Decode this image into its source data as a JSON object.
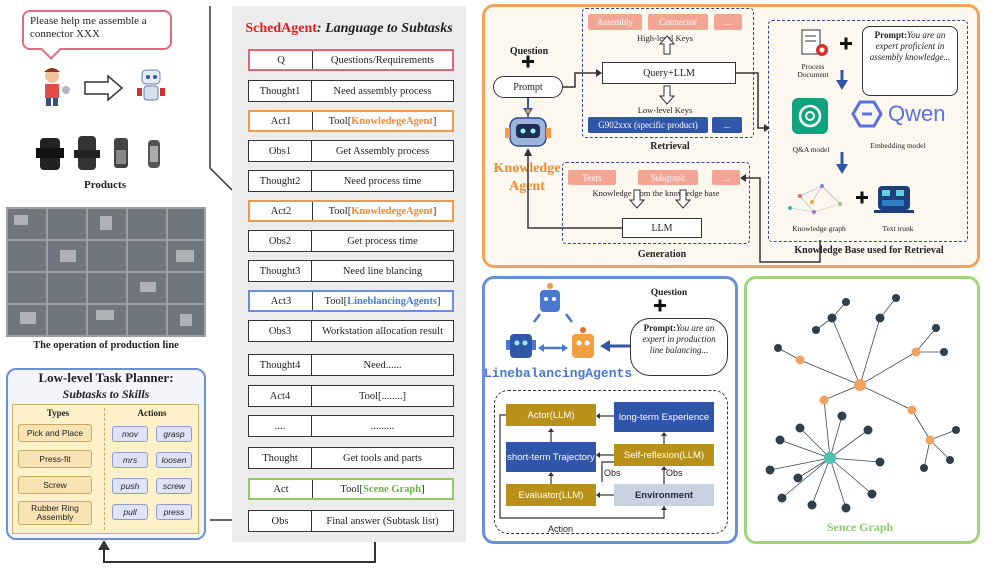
{
  "left": {
    "speech": "Please help me assemble a connector XXX",
    "products_label": "Products",
    "production_label": "The operation of production line",
    "planner": {
      "title1": "Low-level Task Planner:",
      "title2": "Subtasks to Skills",
      "types_header": "Types",
      "actions_header": "Actions",
      "types": [
        "Pick and Place",
        "Press-fit",
        "Screw",
        "Rubber Ring Assembly"
      ],
      "actions": [
        "mov",
        "grasp",
        "mrs",
        "loosen",
        "push",
        "screw",
        "pull",
        "press"
      ]
    }
  },
  "sched": {
    "title_prefix": "SchedAgent",
    "title_suffix": ": Language to Subtasks",
    "rows": [
      {
        "k": "Q",
        "v": "Questions/Requirements"
      },
      {
        "k": "Thought1",
        "v": "Need assembly process"
      },
      {
        "k": "Act1",
        "v": "Tool[",
        "kw": "KnowledegeAgent",
        "end": "]"
      },
      {
        "k": "Obs1",
        "v": "Get Assembly process"
      },
      {
        "k": "Thought2",
        "v": "Need process time"
      },
      {
        "k": "Act2",
        "v": "Tool[",
        "kw": "KnowledegeAgent",
        "end": "]"
      },
      {
        "k": "Obs2",
        "v": "Get process time"
      },
      {
        "k": "Thought3",
        "v": "Need line blancing"
      },
      {
        "k": "Act3",
        "v": "Tool[",
        "kw": "LineblancingAgents",
        "end": "]"
      },
      {
        "k": "Obs3",
        "v": "Workstation allocation result"
      },
      {
        "k": "Thought4",
        "v": "Need......"
      },
      {
        "k": "Act4",
        "v": "Tool[........]"
      },
      {
        "k": "....",
        "v": "........."
      },
      {
        "k": "Thought",
        "v": "Get tools and parts"
      },
      {
        "k": "Act",
        "v": "Tool[",
        "kw": "Scene Graph",
        "end": "]"
      },
      {
        "k": "Obs",
        "v": "Final answer (Subtask list)"
      }
    ]
  },
  "knowledge": {
    "question": "Question",
    "prompt": "Prompt",
    "agent1": "Knowledge",
    "agent2": "Agent",
    "chips_high": [
      "Assembly",
      "Connector",
      "..."
    ],
    "high_keys": "High-level Keys",
    "query": "Query+LLM",
    "low_keys": "Low-level Keys",
    "chip_low": "G902xxx (specific product)",
    "chip_low_more": "...",
    "retrieval": "Retrieval",
    "chips_gen": [
      "Texts",
      "Subgraph",
      "..."
    ],
    "kb_from": "Knowledge from the knowledge base",
    "llm": "LLM",
    "generation": "Generation",
    "kb": {
      "process_doc": "Process Document",
      "prompt_label": "Prompt:",
      "prompt_text": "You are an expert proficient in assembly knowledge...",
      "qa_model": "Q&A model",
      "qwen": "Qwen",
      "embedding": "Embedding model",
      "kg": "Knowledge graph",
      "trunk": "Text trunk",
      "title": "Knowledge Base used for Retrieval"
    }
  },
  "linebalancing": {
    "question": "Question",
    "prompt_label": "Prompt:",
    "prompt_text": "You are an expert in production line balancing...",
    "title": "LinebalancingAgents",
    "actor": "Actor(LLM)",
    "longterm": "long-term Experience",
    "shortterm": "short-term Trajectory",
    "selfreflexion": "Self-reflexion(LLM)",
    "evaluator": "Evaluator(LLM)",
    "environment": "Environment",
    "obs1": "Obs",
    "obs2": "Obs",
    "action": "Action"
  },
  "scene": {
    "title": "Sence Graph"
  },
  "colors": {
    "pink": "#e0667a",
    "orange": "#f09a4a",
    "blue": "#6a8fd8",
    "green": "#8fcb6a",
    "navy": "#2f56a8",
    "gold": "#b8901a"
  }
}
